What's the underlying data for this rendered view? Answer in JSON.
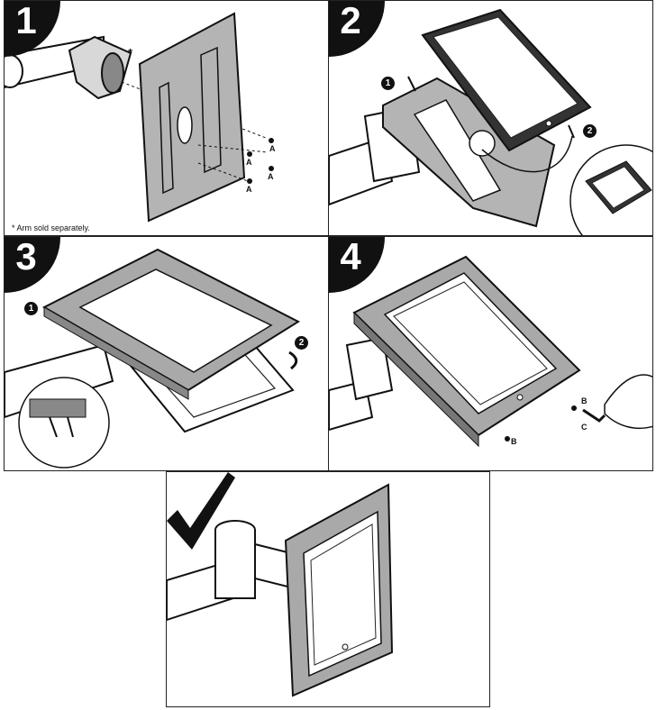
{
  "steps": [
    {
      "number": "1",
      "note": "* Arm sold separately.",
      "star": "*",
      "screw_labels": [
        "A",
        "A",
        "A",
        "A"
      ]
    },
    {
      "number": "2",
      "sub_steps": [
        "1",
        "2"
      ]
    },
    {
      "number": "3",
      "sub_steps": [
        "1",
        "2"
      ]
    },
    {
      "number": "4",
      "labels": [
        "B",
        "B",
        "C"
      ]
    }
  ],
  "colors": {
    "ink": "#111111",
    "plate": "#b4b4b4",
    "frame": "#a9a9a9",
    "screen": "#ffffff"
  },
  "icons": [
    "check-mark-icon"
  ]
}
